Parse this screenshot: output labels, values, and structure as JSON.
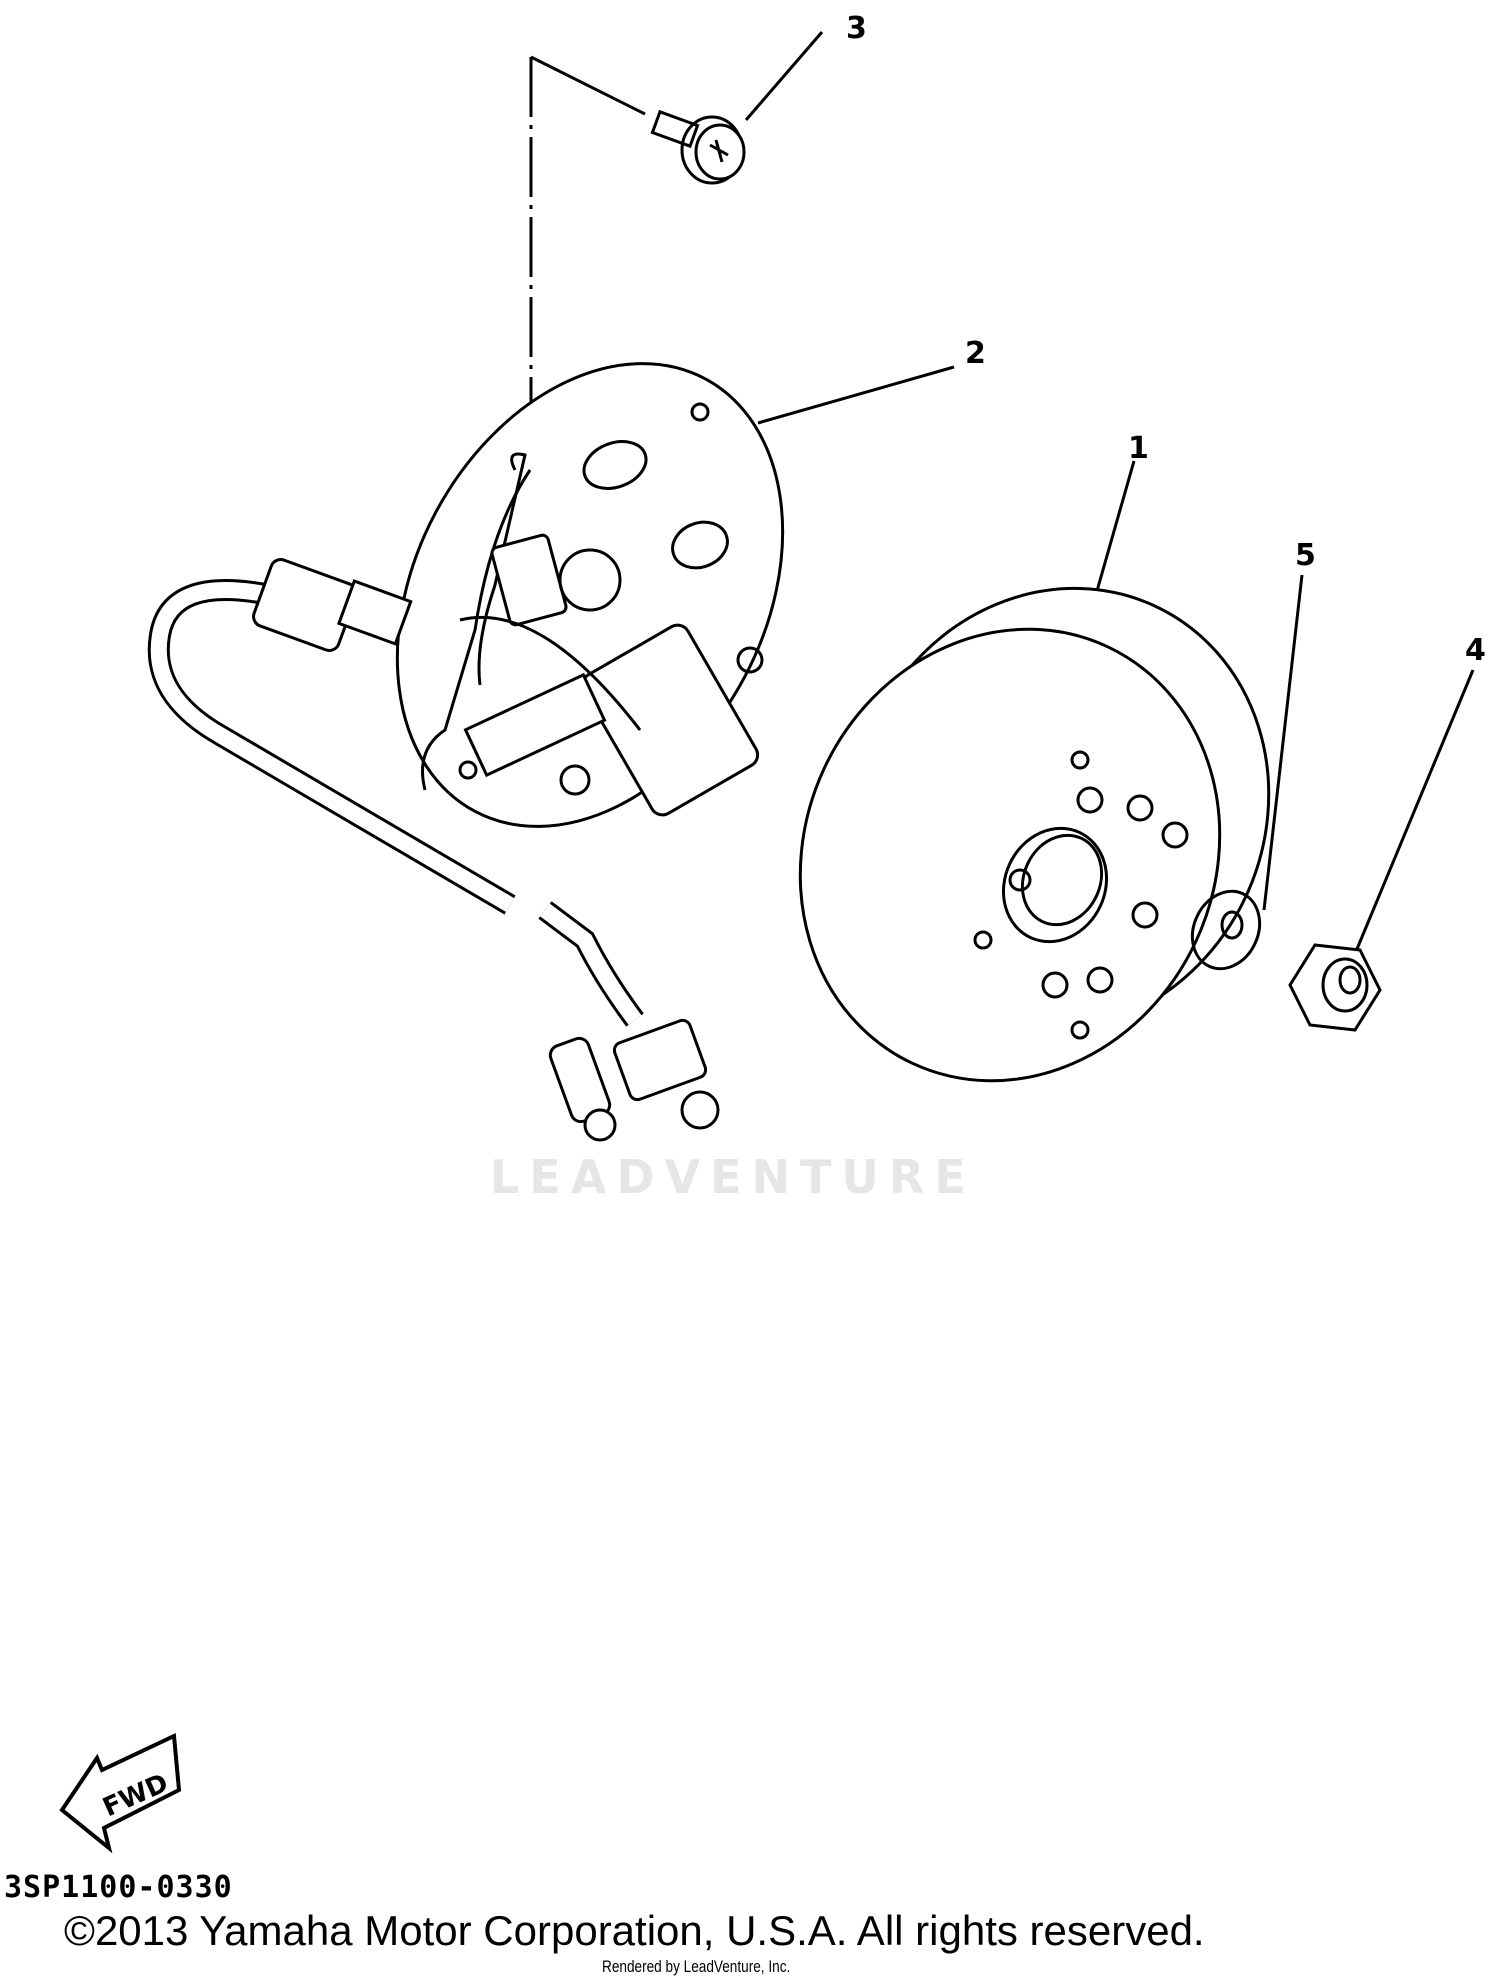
{
  "diagram": {
    "callouts": [
      {
        "id": "1",
        "part": "flywheel-rotor"
      },
      {
        "id": "2",
        "part": "stator-plate-assembly"
      },
      {
        "id": "3",
        "part": "screw"
      },
      {
        "id": "4",
        "part": "nut"
      },
      {
        "id": "5",
        "part": "washer"
      }
    ],
    "direction_label": "FWD",
    "part_number": "3SP1100-0330",
    "copyright": "©2013 Yamaha Motor Corporation, U.S.A. All rights reserved.",
    "rendered_by": "Rendered by LeadVenture, Inc.",
    "watermark": "LEADVENTURE"
  }
}
